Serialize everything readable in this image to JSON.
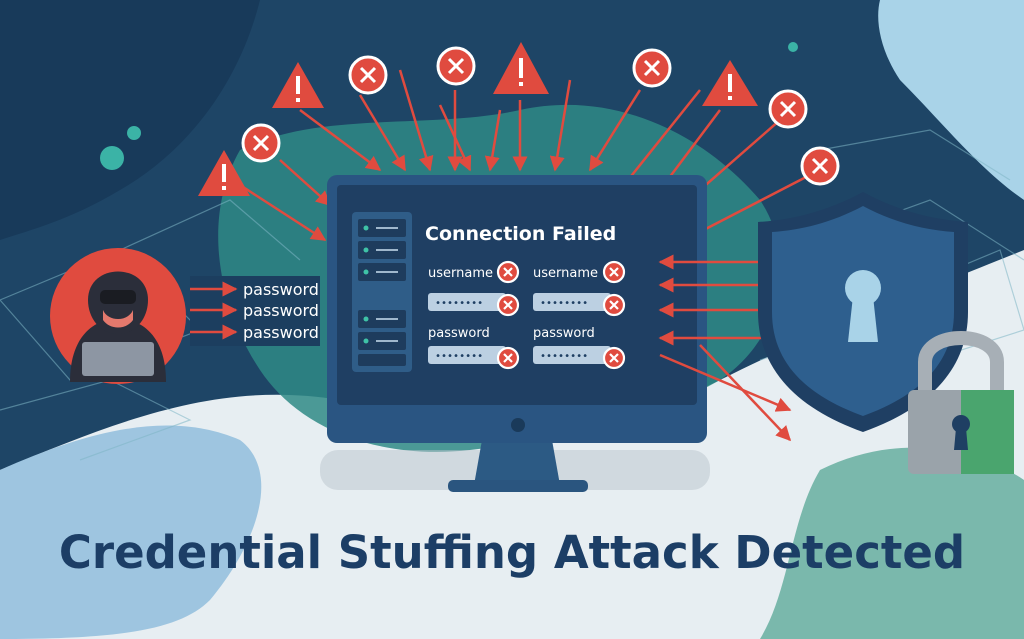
{
  "screen": {
    "status_title": "Connection Failed",
    "fields": {
      "username_left": "username",
      "username_right": "username",
      "password_left": "password",
      "password_right": "password",
      "masked_left_1": "••••••••",
      "masked_right_1": "••••••••",
      "masked_left_2": "••••••••",
      "masked_right_2": "••••••••"
    }
  },
  "attack_stream": [
    "password",
    "password",
    "password"
  ],
  "headline": "Credential Stuffing Attack Detected",
  "colors": {
    "navy": "#1f3f63",
    "alert_red": "#e04b3f",
    "teal": "#2f8a86",
    "shield_blue": "#2e5f8e",
    "lock_green": "#4aa56e",
    "headline": "#1c3e66"
  },
  "icons": [
    "hacker-avatar-icon",
    "warning-triangle-icon",
    "error-x-icon",
    "shield-keyhole-icon",
    "padlock-icon",
    "server-rack-icon"
  ]
}
